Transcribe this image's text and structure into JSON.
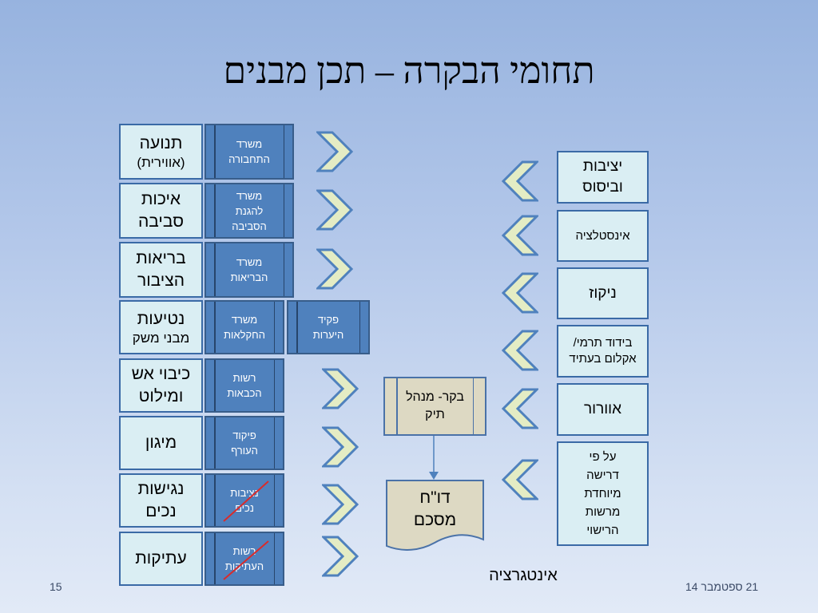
{
  "slide": {
    "title": "תחומי הבקרה – תכן מבנים",
    "page_number": "15",
    "date": "21 ספטמבר 14",
    "integration_label": "אינטגרציה"
  },
  "topics": [
    {
      "main": "תנועה",
      "sub": "(אווירית)",
      "org": "משרד התחבורה"
    },
    {
      "main": "איכות סביבה",
      "sub": "",
      "org": "משרד להגנת הסביבה"
    },
    {
      "main": "בריאות הציבור",
      "sub": "",
      "org": "משרד הבריאות"
    },
    {
      "main": "נטיעות",
      "sub": "מבני משק",
      "org": "משרד החקלאות",
      "org2": "פקיד היערות"
    },
    {
      "main": "כיבוי אש ומילוט",
      "sub": "",
      "org": "רשות הכבאות"
    },
    {
      "main": "מיגון",
      "sub": "",
      "org": "פיקוד העורף"
    },
    {
      "main": "נגישות נכים",
      "sub": "",
      "org": "נציבות נכים"
    },
    {
      "main": "עתיקות",
      "sub": "",
      "org": "רשות העתיקות"
    }
  ],
  "properties": [
    "יציבות וביסוס",
    "אינסטלציה",
    "ניקוז",
    "בידוד תרמי/ אקלום בעתיד",
    "אוורור",
    "על פי דרישה מיוחדת מרשות הרישוי"
  ],
  "inspector": "בקר- מנהל תיק",
  "report": "דו\"ח מסכם",
  "colors": {
    "topic_fill": "#daeef3",
    "org_fill": "#4f81bd",
    "arrow_fill": "#e4ecc4",
    "arrow_stroke": "#4f81bd",
    "inspector_fill": "#ddd9c3",
    "cross_out": "#d92b2b"
  }
}
